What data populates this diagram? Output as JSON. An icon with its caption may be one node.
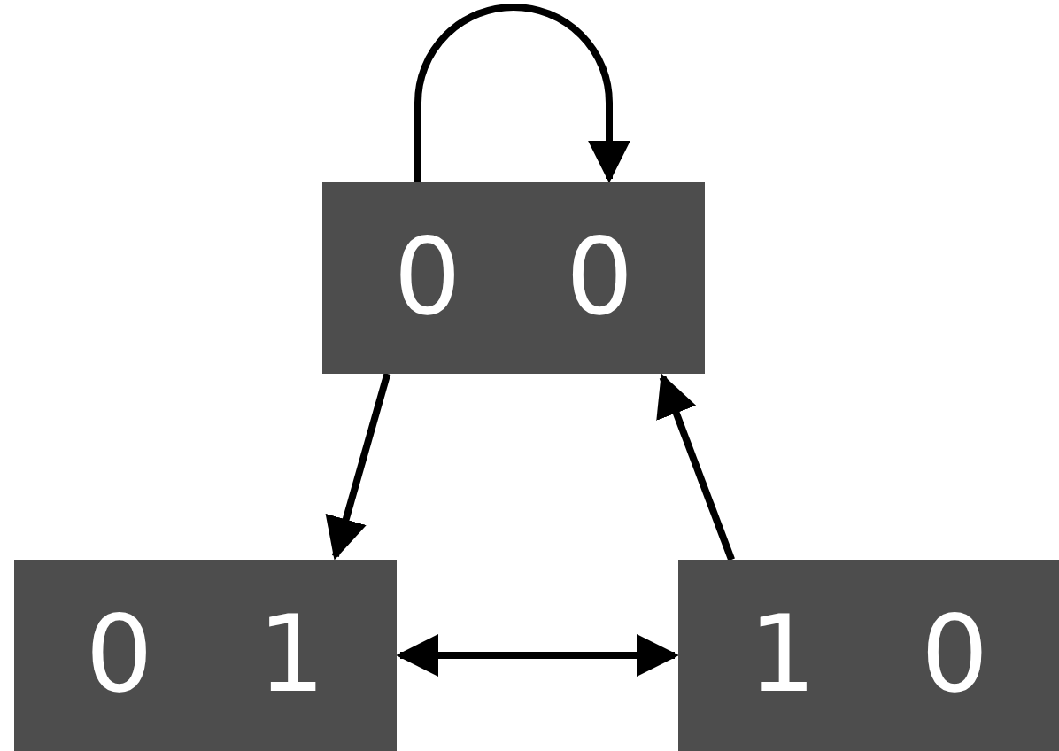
{
  "diagram": {
    "nodes": [
      {
        "text": [
          "0 0"
        ]
      },
      {
        "text": [
          "0 1"
        ]
      },
      {
        "text": [
          "1 0"
        ]
      }
    ],
    "edges": [
      {
        "from": 0,
        "to": 0,
        "arrow": "to"
      },
      {
        "from": 0,
        "to": 1,
        "arrow": "to"
      },
      {
        "from": 1,
        "to": 2,
        "arrow": "both"
      },
      {
        "from": 2,
        "to": 0,
        "arrow": "to"
      }
    ]
  }
}
